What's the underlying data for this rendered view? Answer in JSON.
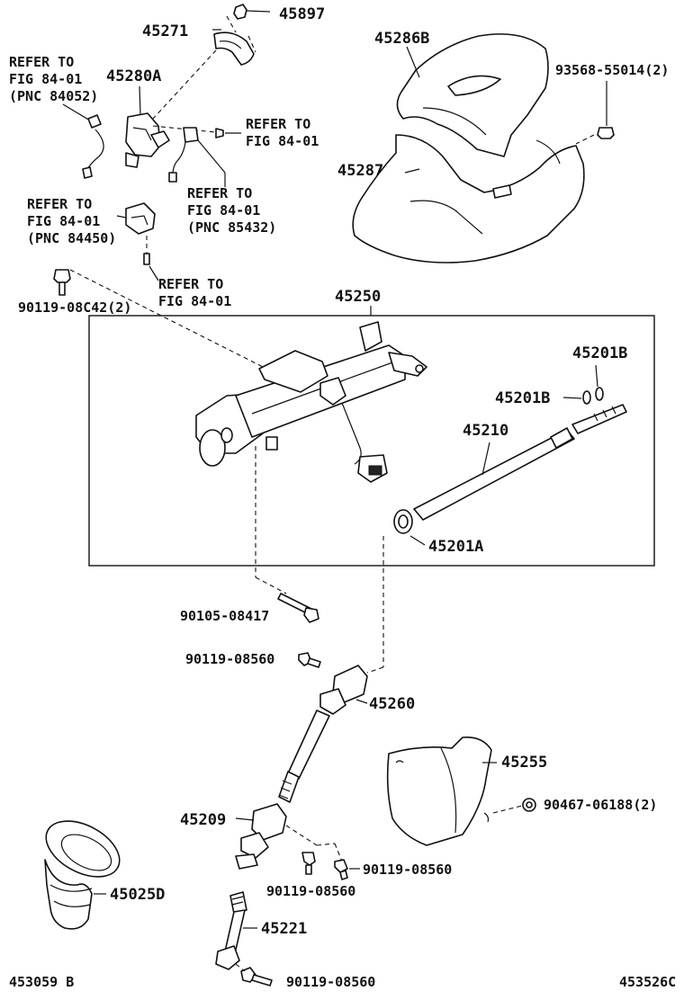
{
  "labels": {
    "p45897": "45897",
    "p45271": "45271",
    "p45286B": "45286B",
    "refer_a_1": "REFER TO",
    "refer_a_2": "FIG 84-01",
    "refer_a_3": "(PNC 84052)",
    "p45280A": "45280A",
    "p93568": "93568-55014(2)",
    "refer_b_1": "REFER TO",
    "refer_b_2": "FIG 84-01",
    "refer_c_1": "REFER TO",
    "refer_c_2": "FIG 84-01",
    "refer_c_3": "(PNC 85432)",
    "p45287": "45287",
    "refer_d_1": "REFER TO",
    "refer_d_2": "FIG 84-01",
    "refer_d_3": "(PNC 84450)",
    "refer_e_1": "REFER TO",
    "refer_e_2": "FIG 84-01",
    "p90119_08C42": "90119-08C42(2)",
    "p45250": "45250",
    "p45201B_a": "45201B",
    "p45201B_b": "45201B",
    "p45210": "45210",
    "p45201A": "45201A",
    "p90105": "90105-08417",
    "p90119_a": "90119-08560",
    "p45260": "45260",
    "p45255": "45255",
    "p90467": "90467-06188(2)",
    "p45209": "45209",
    "p90119_b": "90119-08560",
    "p90119_c": "90119-08560",
    "p45025D": "45025D",
    "p45221": "45221",
    "p90119_d": "90119-08560",
    "code_left": "453059 B",
    "code_right": "453526C"
  }
}
